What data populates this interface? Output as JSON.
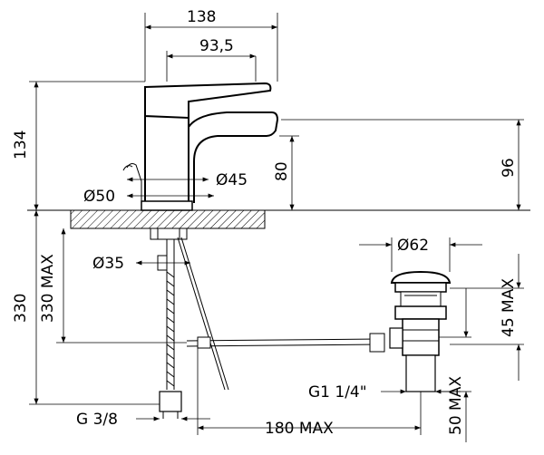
{
  "dimensions": {
    "width_overall": "138",
    "spout_reach": "93,5",
    "height_134": "134",
    "height_96": "96",
    "spout_80": "80",
    "dia_45": "Ø45",
    "dia_50": "Ø50",
    "dia_35": "Ø35",
    "dia_62": "Ø62",
    "height_330": "330",
    "height_330_max": "330 MAX",
    "height_45_max": "45 MAX",
    "height_50_max": "50 MAX",
    "thread_g114": "G1 1/4\"",
    "thread_g38": "G 3/8",
    "length_180_max": "180 MAX"
  }
}
